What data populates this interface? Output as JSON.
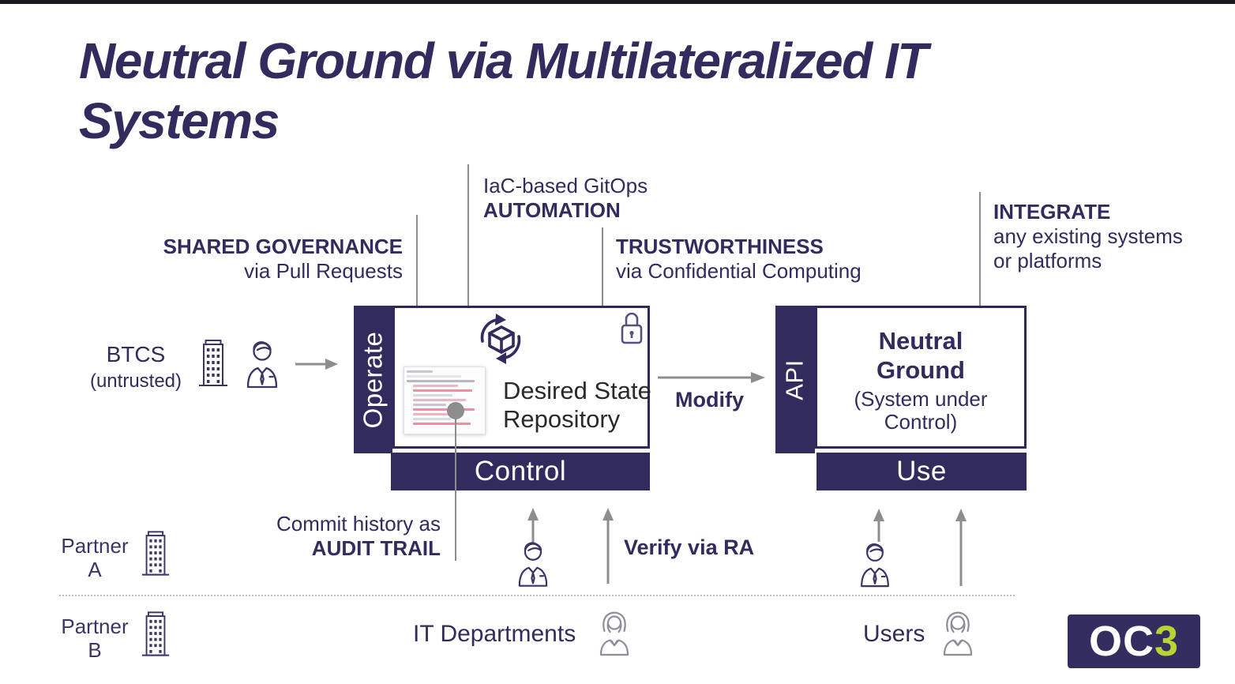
{
  "title": "Neutral Ground via Multilateralized IT Systems",
  "colors": {
    "navy": "#322b5e",
    "gray": "#8d8d8d",
    "green": "#b6d433",
    "diff_red": "#ef8ea0"
  },
  "annotations": {
    "automation": {
      "line1": "IaC-based GitOps",
      "line2": "AUTOMATION"
    },
    "shared_governance": {
      "line1": "SHARED GOVERNANCE",
      "line2": "via Pull Requests"
    },
    "trustworthiness": {
      "line1": "TRUSTWORTHINESS",
      "line2": "via Confidential Computing"
    },
    "integrate": {
      "line1": "INTEGRATE",
      "line2": "any existing systems",
      "line3": "or platforms"
    },
    "audit_trail": {
      "line1": "Commit history as",
      "line2": "AUDIT TRAIL"
    },
    "verify_via_ra": "Verify via RA",
    "modify": "Modify"
  },
  "repository_box": {
    "side_label": "Operate",
    "bottom_label": "Control",
    "name_line1": "Desired State",
    "name_line2": "Repository"
  },
  "neutral_ground_box": {
    "side_label": "API",
    "bottom_label": "Use",
    "name_line1": "Neutral",
    "name_line2": "Ground",
    "sub_line1": "(System under",
    "sub_line2": "Control)"
  },
  "actors": {
    "btcs": {
      "name": "BTCS",
      "qualifier": "(untrusted)"
    },
    "partner_a": {
      "line1": "Partner",
      "line2": "A"
    },
    "partner_b": {
      "line1": "Partner",
      "line2": "B"
    },
    "it_departments": "IT Departments",
    "users": "Users"
  },
  "logo": {
    "part1": "OC",
    "part2": "3"
  }
}
